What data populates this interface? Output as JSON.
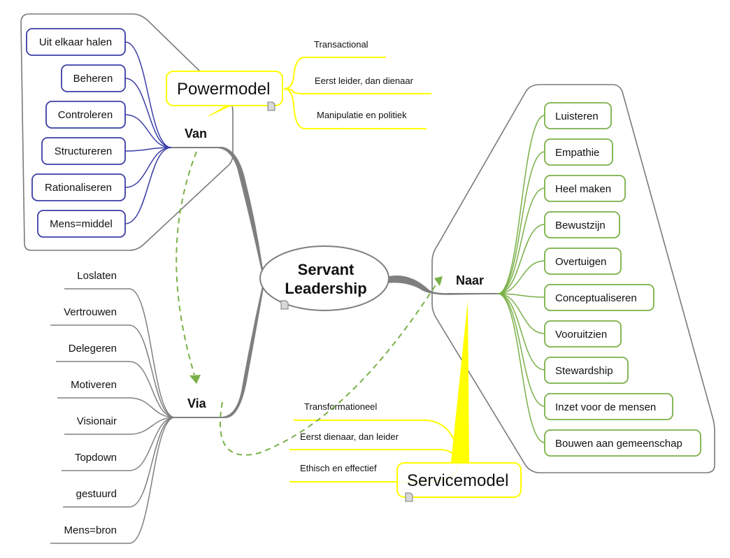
{
  "center": {
    "line1": "Servant",
    "line2": "Leadership",
    "note_icon": "note-icon"
  },
  "colors": {
    "van": "#3b3ea6",
    "naar": "#7ab048",
    "via": "#808080",
    "model": "#ffff00",
    "boundary": "#7a7a7a",
    "relation": "#7ab048"
  },
  "branches": {
    "van": {
      "label": "Van",
      "children": [
        "Uit elkaar halen",
        "Beheren",
        "Controleren",
        "Structureren",
        "Rationaliseren",
        "Mens=middel"
      ]
    },
    "via": {
      "label": "Via",
      "children": [
        "Loslaten",
        "Vertrouwen",
        "Delegeren",
        "Motiveren",
        "Visionair",
        "Topdown",
        "gestuurd",
        "Mens=bron"
      ]
    },
    "naar": {
      "label": "Naar",
      "children": [
        "Luisteren",
        "Empathie",
        "Heel maken",
        "Bewustzijn",
        "Overtuigen",
        "Conceptualiseren",
        "Vooruitzien",
        "Stewardship",
        "Inzet voor de mensen",
        "Bouwen aan gemeenschap"
      ]
    }
  },
  "callouts": {
    "powermodel": {
      "label": "Powermodel",
      "note_icon": "note-icon",
      "items": [
        "Transactional",
        "Eerst leider, dan dienaar",
        "Manipulatie en politiek"
      ]
    },
    "servicemodel": {
      "label": "Servicemodel",
      "note_icon": "note-icon",
      "items": [
        "Transformationeel",
        "Eerst dienaar, dan leider",
        "Ethisch en effectief"
      ]
    }
  }
}
